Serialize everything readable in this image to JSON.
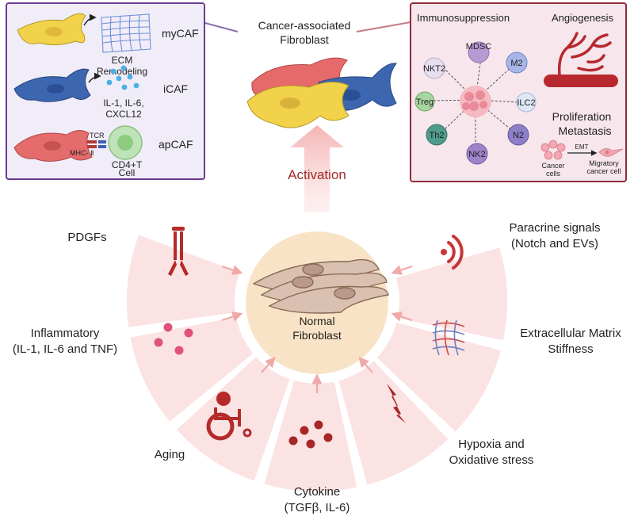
{
  "left_panel": {
    "subtypes": [
      {
        "name": "myCAF",
        "desc_lines": [
          "ECM",
          "Remodeling"
        ]
      },
      {
        "name": "iCAF",
        "desc_lines": [
          "IL-1, IL-6,",
          "CXCL12"
        ]
      },
      {
        "name": "apCAF",
        "desc_lines": [
          "CD4+T",
          "Cell"
        ],
        "tcr": "TCR",
        "mhc": "MHC- Ⅱ"
      }
    ]
  },
  "caf_title_lines": [
    "Cancer-associated",
    "Fibroblast"
  ],
  "right_panel": {
    "immunosuppression": "Immunosuppression",
    "angiogenesis": "Angiogenesis",
    "proliferation": "Proliferation",
    "metastasis": "Metastasis",
    "immune_cells": [
      "NKT2",
      "MDSC",
      "M2",
      "Treg",
      "ILC2",
      "Th2",
      "NK2",
      "N2"
    ],
    "cancer_cells_lines": [
      "Cancer",
      "cells"
    ],
    "emt": "EMT",
    "migratory_lines": [
      "Migratory",
      "cancer cell"
    ]
  },
  "activation": "Activation",
  "center_lines": [
    "Normal",
    "Fibroblast"
  ],
  "factors": [
    {
      "id": "pdgfs",
      "lines": [
        "PDGFs"
      ]
    },
    {
      "id": "inflammatory",
      "lines": [
        "Inflammatory",
        "(IL-1, IL-6 and TNF)"
      ]
    },
    {
      "id": "aging",
      "lines": [
        "Aging"
      ]
    },
    {
      "id": "cytokine",
      "lines": [
        "Cytokine",
        "(TGFβ, IL-6)"
      ]
    },
    {
      "id": "hypoxia",
      "lines": [
        "Hypoxia and",
        "Oxidative stress"
      ]
    },
    {
      "id": "ecm",
      "lines": [
        "Extracellular Matrix",
        "Stiffness"
      ]
    },
    {
      "id": "paracrine",
      "lines": [
        "Paracrine signals",
        "(Notch and EVs)"
      ]
    }
  ],
  "colors": {
    "segment": "#fbe3e3",
    "icon_red": "#b52a2a",
    "panel_left_border": "#6a3b8f",
    "panel_left_bg": "#f1edf8",
    "panel_right_border": "#8e2c3c",
    "panel_right_bg": "#f7e7ec",
    "center": "#f9e3c6",
    "activation": "#a32a2a"
  }
}
